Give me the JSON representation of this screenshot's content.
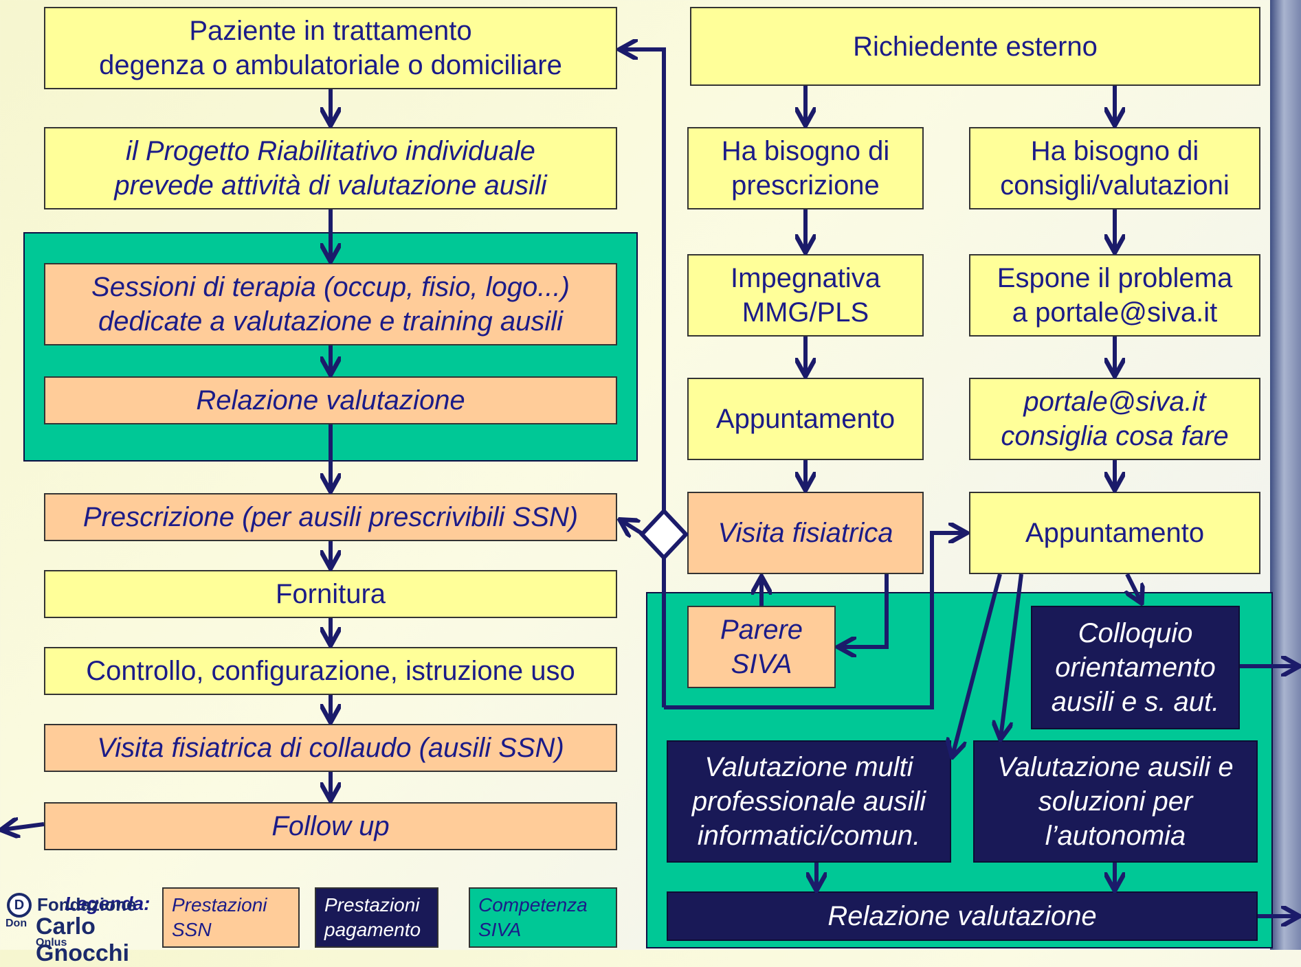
{
  "colors": {
    "ssn": "#ffcc99",
    "payment": "#191957",
    "siva": "#00c896",
    "neutral": "#ffff99",
    "text": "#1b1b88",
    "arrow": "#1b1b6a"
  },
  "left": {
    "paziente": "Paziente in trattamento\ndegenza o ambulatoriale o domiciliare",
    "progetto": "il Progetto Riabilitativo individuale\nprevede attività di valutazione ausili",
    "sessioni": "Sessioni di terapia (occup, fisio, logo...)\ndedicate a valutazione e training ausili",
    "relazione": "Relazione valutazione",
    "prescrizione": "Prescrizione (per ausili prescrivibili SSN)",
    "fornitura": "Fornitura",
    "controllo": "Controllo, configurazione, istruzione uso",
    "collaudo": "Visita fisiatrica di collaudo (ausili SSN)",
    "follow": "Follow up"
  },
  "right": {
    "richiedente": "Richiedente esterno",
    "bisogno_prescrizione": "Ha bisogno di\nprescrizione",
    "bisogno_consigli": "Ha bisogno di\nconsigli/valutazioni",
    "impegnativa": "Impegnativa\nMMG/PLS",
    "espone": "Espone il problema\na portale@siva.it",
    "appuntamento_left": "Appuntamento",
    "portale_consiglia": "portale@siva.it\nconsiglia cosa fare",
    "visita": "Visita fisiatrica",
    "appuntamento_right": "Appuntamento",
    "parere": "Parere\nSIVA",
    "colloquio": "Colloquio\norientamento\nausili e s. aut.",
    "val_multi": "Valutazione multi\nprofessionale ausili\ninformatici/comun.",
    "val_ausili": "Valutazione ausili e\nsoluzioni per\nl’autonomia",
    "relazione_right": "Relazione valutazione"
  },
  "legend": {
    "title": "Legenda:",
    "ssn": "Prestazioni\nSSN",
    "payment": "Prestazioni\npagamento",
    "siva": "Competenza\nSIVA"
  },
  "logo": {
    "mark": "D",
    "line1": "Fondazione",
    "line2": "Don",
    "line3": "Carlo Gnocchi",
    "line4": "Onlus"
  }
}
